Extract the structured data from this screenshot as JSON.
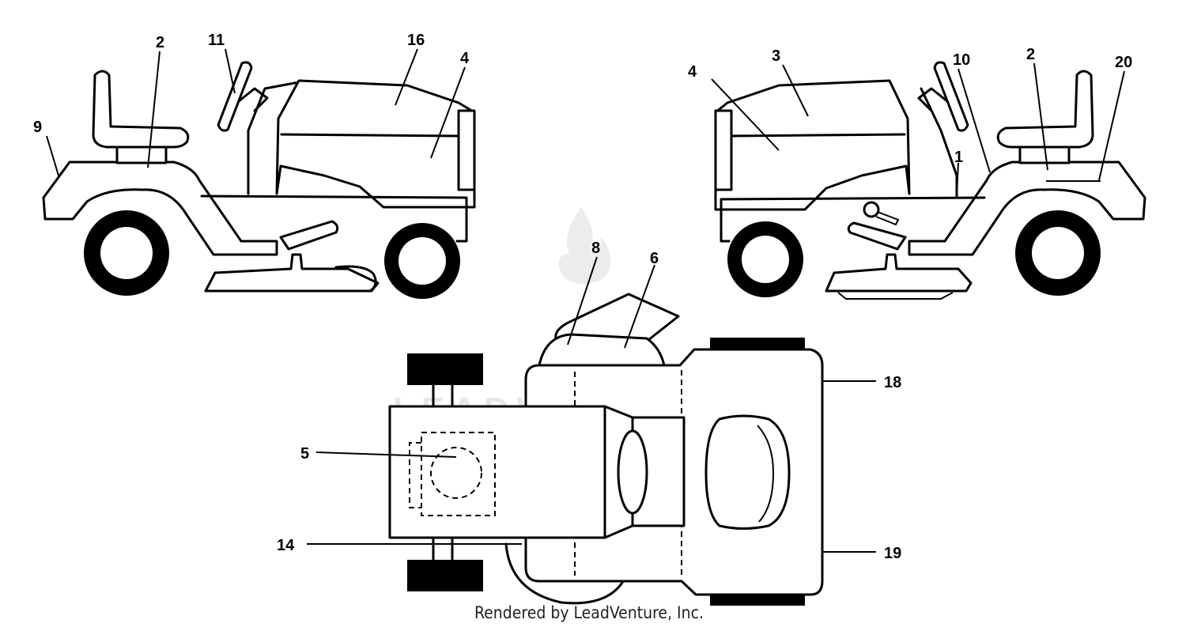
{
  "watermark": {
    "text": "LEADVENTURE"
  },
  "footer": {
    "text": "Rendered by LeadVenture, Inc."
  },
  "callouts": {
    "left_view": {
      "c9": "9",
      "c2": "2",
      "c11": "11",
      "c16": "16",
      "c4": "4"
    },
    "right_view": {
      "c4": "4",
      "c3": "3",
      "c10": "10",
      "c2": "2",
      "c20": "20",
      "c1": "1"
    },
    "top_view": {
      "c8": "8",
      "c6": "6",
      "c18": "18",
      "c5": "5",
      "c14": "14",
      "c19": "19"
    }
  }
}
